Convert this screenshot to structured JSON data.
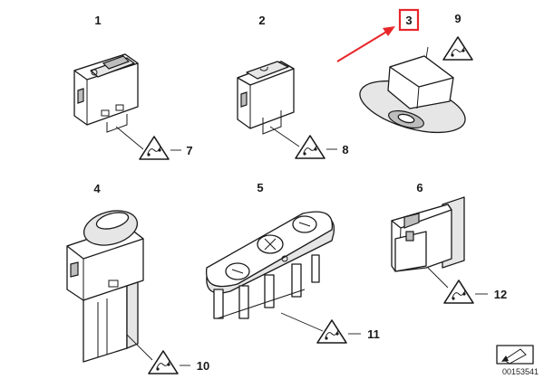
{
  "callouts": [
    {
      "id": "1",
      "label": "1"
    },
    {
      "id": "2",
      "label": "2"
    },
    {
      "id": "3",
      "label": "3"
    },
    {
      "id": "4",
      "label": "4"
    },
    {
      "id": "5",
      "label": "5"
    },
    {
      "id": "6",
      "label": "6"
    },
    {
      "id": "7",
      "label": "7"
    },
    {
      "id": "8",
      "label": "8"
    },
    {
      "id": "9",
      "label": "9"
    },
    {
      "id": "10",
      "label": "10"
    },
    {
      "id": "11",
      "label": "11"
    },
    {
      "id": "12",
      "label": "12"
    }
  ],
  "highlight": {
    "target": "3",
    "box_color": "#e8262a",
    "arrow_color": "#e8262a"
  },
  "drawing_code": "00153541",
  "icons": {
    "warning": "warning-triangle-icon",
    "logo": "diagram-logo-icon"
  }
}
